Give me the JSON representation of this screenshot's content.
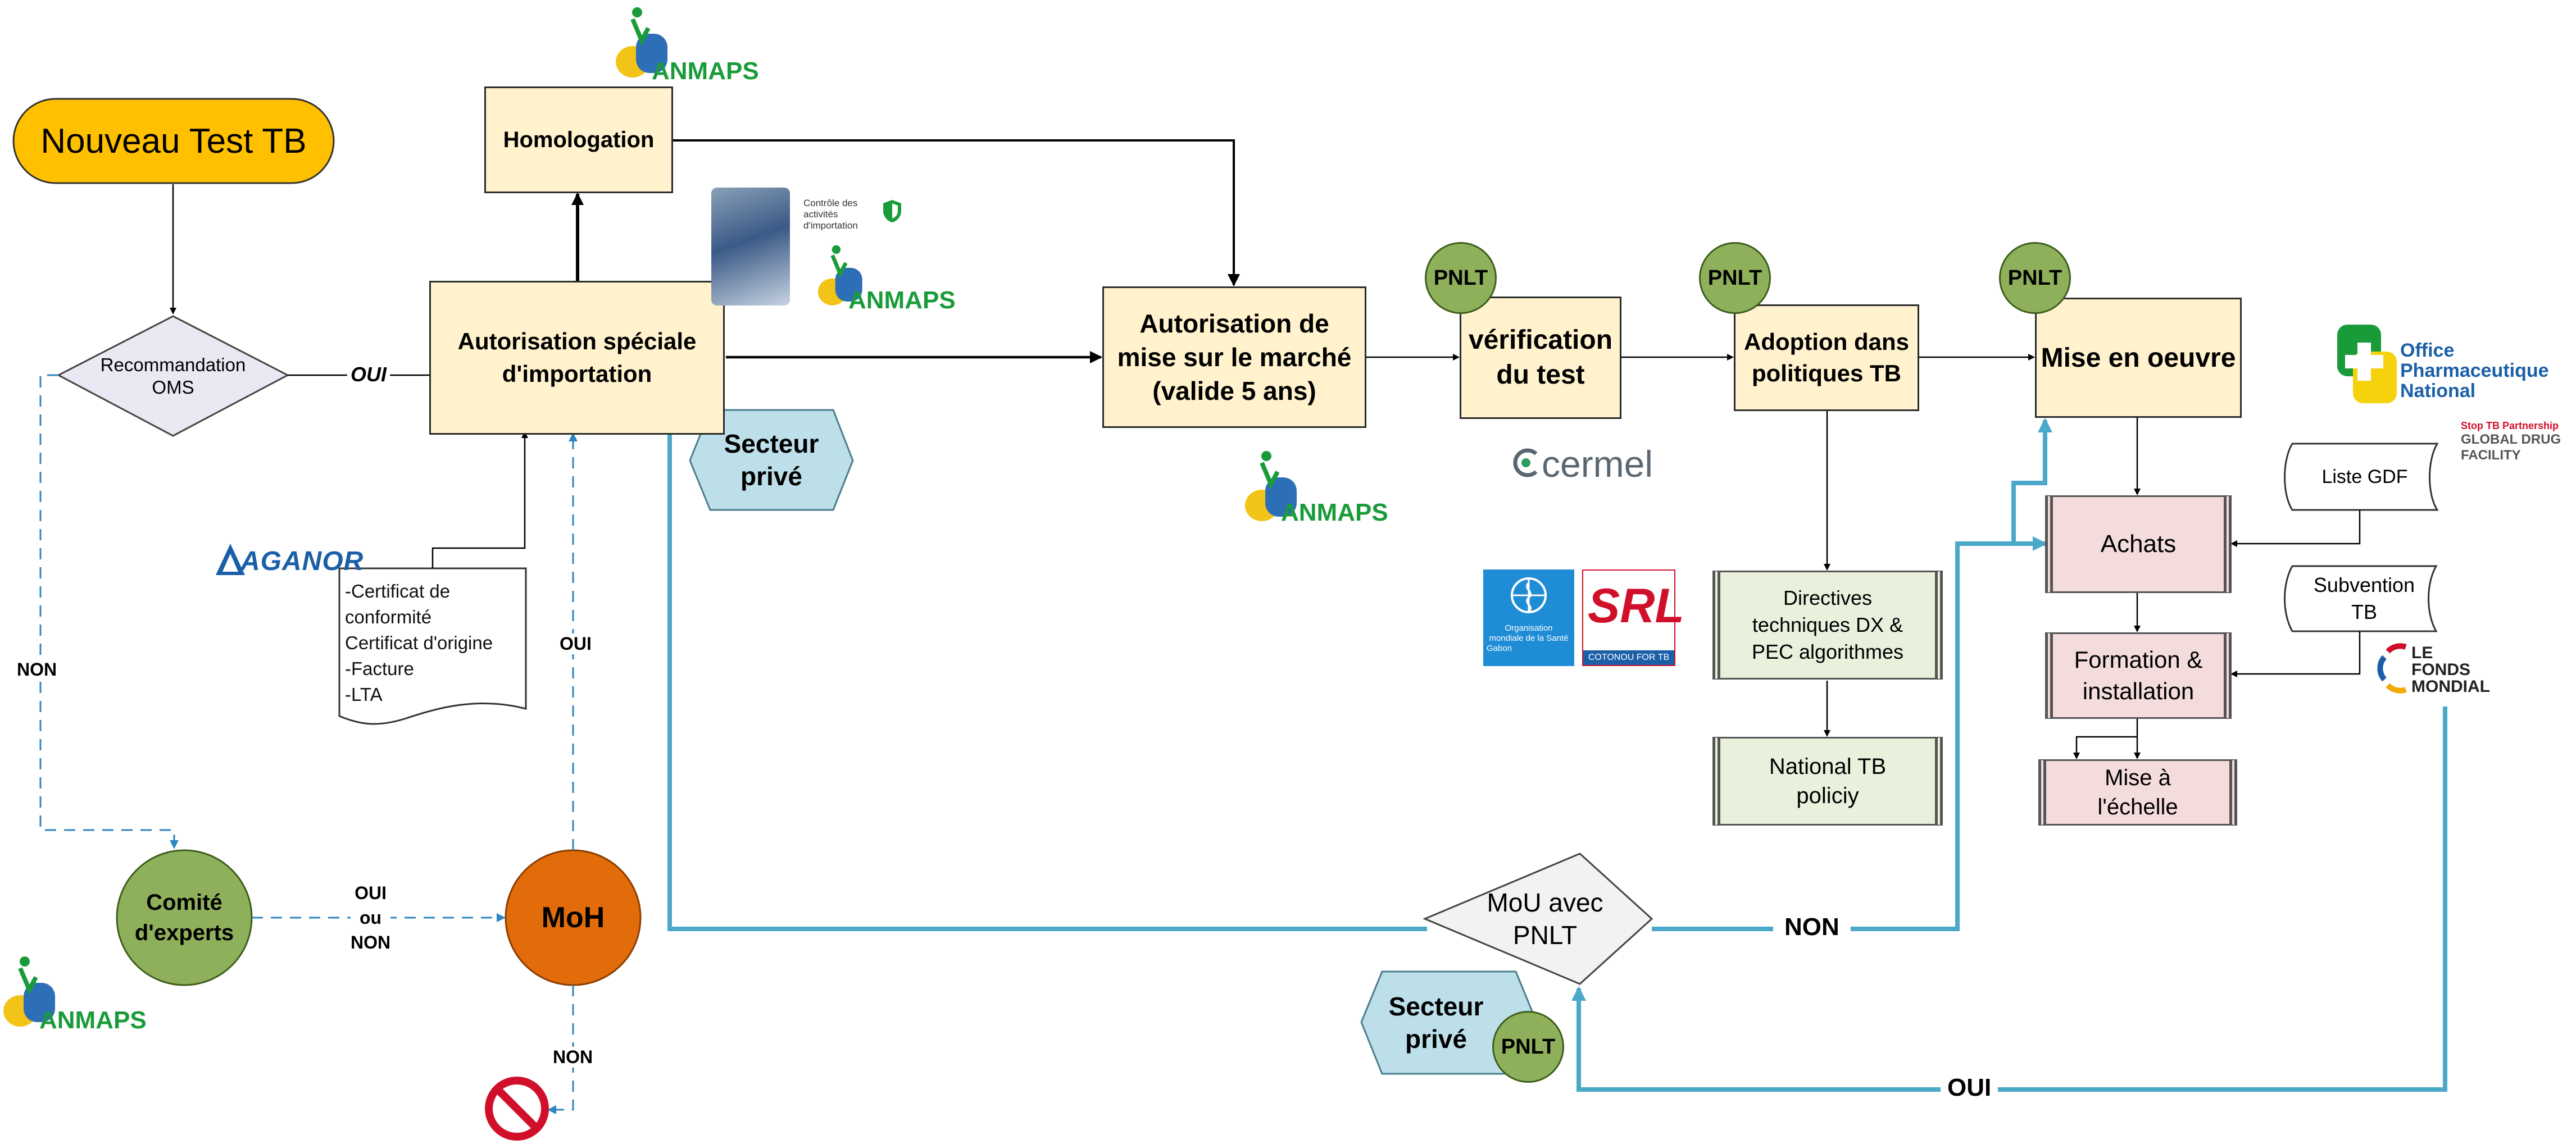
{
  "nodes": {
    "start": "Nouveau Test TB",
    "recommendation": [
      "Recommandation",
      "OMS"
    ],
    "homologation": "Homologation",
    "import_authorization": [
      "Autorisation spéciale",
      "d'importation"
    ],
    "market_authorization": [
      "Autorisation de",
      "mise sur le marché",
      "(valide 5 ans)"
    ],
    "verification": [
      "vérification",
      "du test"
    ],
    "adoption": [
      "Adoption dans",
      "politiques TB"
    ],
    "implementation": "Mise en oeuvre",
    "private_sector_1": [
      "Secteur",
      "privé"
    ],
    "private_sector_2": [
      "Secteur",
      "privé"
    ],
    "documents": [
      "-Certificat de",
      "conformité",
      "Certificat d'origine",
      "-Facture",
      "-LTA"
    ],
    "guidelines": [
      "Directives",
      "techniques DX &",
      "PEC algorithmes"
    ],
    "national_policy": [
      "National TB",
      "policiy"
    ],
    "purchases": "Achats",
    "training": [
      "Formation &",
      "installation"
    ],
    "scale_up": [
      "Mise à",
      "l'échelle"
    ],
    "gdf_list": "Liste GDF",
    "subsidy": [
      "Subvention",
      "TB"
    ],
    "committee": [
      "Comité",
      "d'experts"
    ],
    "moh": "MoH",
    "mou": [
      "MoU avec",
      "PNLT"
    ],
    "pnlt": "PNLT"
  },
  "edge_labels": {
    "oui_main": "OUI",
    "non_left": "NON",
    "oui_moh": "OUI",
    "oui_ou_non": [
      "OUI",
      "ou",
      "NON"
    ],
    "non_moh": "NON",
    "non_mou": "NON",
    "oui_bottom": "OUI"
  },
  "logos": {
    "anmaps": "ANMAPS",
    "aganor": "AGANOR",
    "cermel": "cermel",
    "control_caption": [
      "Contrôle des",
      "activités",
      "d'importation"
    ],
    "who": [
      "Organisation",
      "mondiale de la Santé",
      "Gabon"
    ],
    "srl": "SRL",
    "srl_caption": "COTONOU FOR TB",
    "opn": [
      "Office",
      "Pharmaceutique",
      "National"
    ],
    "stoptb": "Stop TB Partnership",
    "gdf": [
      "GLOBAL DRUG",
      "FACILITY"
    ],
    "fonds": [
      "LE",
      "FONDS",
      "MONDIAL"
    ]
  },
  "colors": {
    "start_fill": "#ffc000",
    "process_fill": "#fff2cc",
    "pnlt_fill": "#8fb05a",
    "moh_fill": "#e36c0a",
    "committee_fill": "#8fb05a",
    "private_fill": "#bcdfe9",
    "flow_blue": "#4aa8c8",
    "anmaps_green": "#1a9b3a",
    "aganor_blue": "#1b5fa8",
    "stop_red": "#d0102a"
  }
}
